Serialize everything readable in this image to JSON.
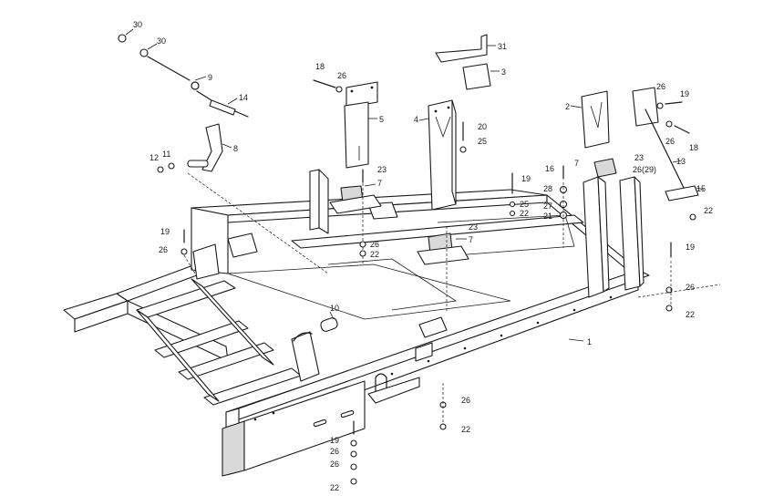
{
  "callouts": [
    {
      "id": "c-30a",
      "text": "30"
    },
    {
      "id": "c-30b",
      "text": "30"
    },
    {
      "id": "c-9",
      "text": "9"
    },
    {
      "id": "c-14",
      "text": "14"
    },
    {
      "id": "c-8",
      "text": "8"
    },
    {
      "id": "c-11",
      "text": "11"
    },
    {
      "id": "c-12",
      "text": "12"
    },
    {
      "id": "c-18a",
      "text": "18"
    },
    {
      "id": "c-26a",
      "text": "26"
    },
    {
      "id": "c-5",
      "text": "5"
    },
    {
      "id": "c-23a",
      "text": "23"
    },
    {
      "id": "c-7a",
      "text": "7"
    },
    {
      "id": "c-26b",
      "text": "26"
    },
    {
      "id": "c-22a",
      "text": "22"
    },
    {
      "id": "c-31",
      "text": "31"
    },
    {
      "id": "c-3",
      "text": "3"
    },
    {
      "id": "c-4",
      "text": "4"
    },
    {
      "id": "c-20",
      "text": "20"
    },
    {
      "id": "c-25a",
      "text": "25"
    },
    {
      "id": "c-23b",
      "text": "23"
    },
    {
      "id": "c-7b",
      "text": "7"
    },
    {
      "id": "c-19a",
      "text": "19"
    },
    {
      "id": "c-25b",
      "text": "25"
    },
    {
      "id": "c-22b",
      "text": "22"
    },
    {
      "id": "c-2",
      "text": "2"
    },
    {
      "id": "c-26c",
      "text": "26"
    },
    {
      "id": "c-19b",
      "text": "19"
    },
    {
      "id": "c-26d",
      "text": "26"
    },
    {
      "id": "c-18b",
      "text": "18"
    },
    {
      "id": "c-16",
      "text": "16"
    },
    {
      "id": "c-7c",
      "text": "7"
    },
    {
      "id": "c-23c",
      "text": "23"
    },
    {
      "id": "c-2629",
      "text": "26(29)"
    },
    {
      "id": "c-13",
      "text": "13"
    },
    {
      "id": "c-28",
      "text": "28"
    },
    {
      "id": "c-27",
      "text": "27"
    },
    {
      "id": "c-21",
      "text": "21"
    },
    {
      "id": "c-15",
      "text": "15"
    },
    {
      "id": "c-22c",
      "text": "22"
    },
    {
      "id": "c-19c",
      "text": "19"
    },
    {
      "id": "c-26e",
      "text": "26"
    },
    {
      "id": "c-19d",
      "text": "19"
    },
    {
      "id": "c-26f",
      "text": "26"
    },
    {
      "id": "c-22d",
      "text": "22"
    },
    {
      "id": "c-1",
      "text": "1"
    },
    {
      "id": "c-10",
      "text": "10"
    },
    {
      "id": "c-26g",
      "text": "26"
    },
    {
      "id": "c-22e",
      "text": "22"
    },
    {
      "id": "c-19e",
      "text": "19"
    },
    {
      "id": "c-26h",
      "text": "26"
    },
    {
      "id": "c-26i",
      "text": "26"
    },
    {
      "id": "c-22f",
      "text": "22"
    }
  ]
}
